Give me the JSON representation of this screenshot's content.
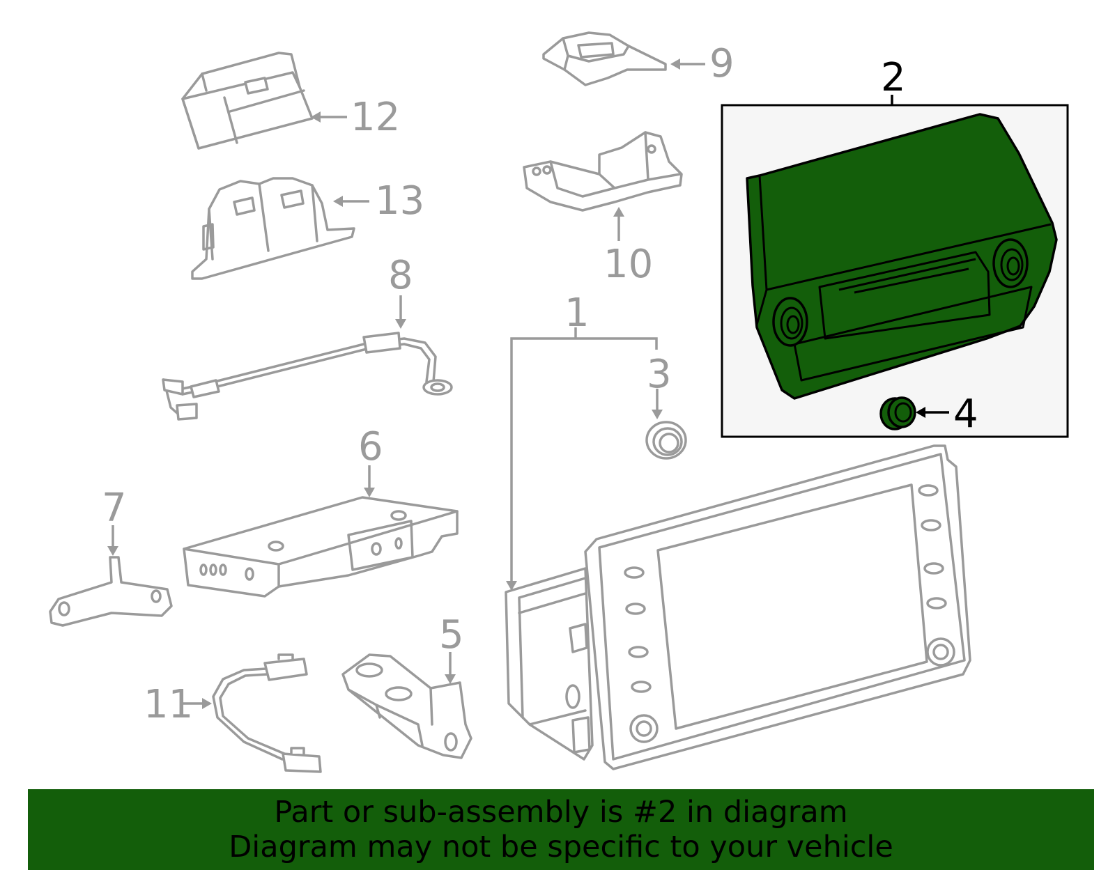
{
  "callouts": {
    "c1": "1",
    "c2": "2",
    "c3": "3",
    "c4": "4",
    "c5": "5",
    "c6": "6",
    "c7": "7",
    "c8": "8",
    "c9": "9",
    "c10": "10",
    "c11": "11",
    "c12": "12",
    "c13": "13"
  },
  "highlighted_part": "2",
  "colors": {
    "highlight_fill": "#135e0a",
    "part_stroke": "#9a9a9a",
    "highlight_stroke": "#000000",
    "box_fill": "#f6f6f6"
  },
  "banner": {
    "line1": "Part or sub-assembly is #2 in diagram",
    "line2": "Diagram may not be specific to your vehicle"
  }
}
